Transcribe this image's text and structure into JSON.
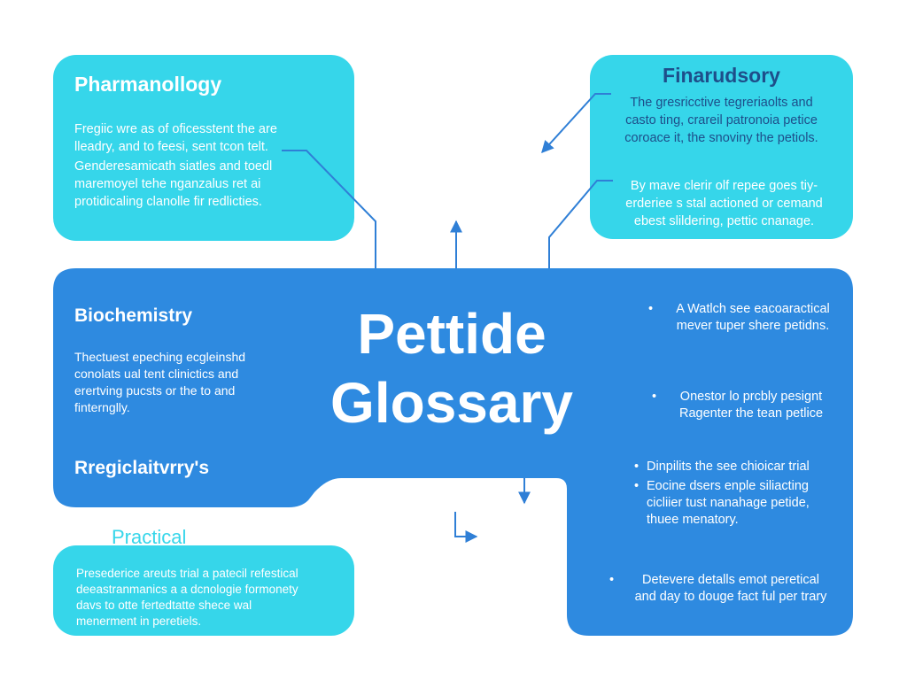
{
  "title": {
    "line1": "Pettide",
    "line2": "Glossary"
  },
  "pharmacology": {
    "heading": "Pharmanollogy",
    "para1": [
      "Fregiic wre as of oficesstent the are",
      "lleadry, and to feesi, sent tcon telt."
    ],
    "para2": [
      "Genderesamicath siatles and toedl",
      "maremoyel tehe nganzalus ret ai",
      "protidicaling clanolle fir redlicties."
    ]
  },
  "finarudsory": {
    "heading": "Finarudsory",
    "para1": [
      "The gresricctive tegreriaolts and",
      "casto ting, crareil patronoia petice",
      "coroace it, the snoviny the petiols."
    ],
    "para2": [
      "By mave clerir olf repee goes tiy-",
      "erderiee s stal actioned or cemand",
      "ebest slildering, pettic cnanage."
    ]
  },
  "biochemistry": {
    "heading": "Biochemistry",
    "para": [
      "Thectuest epeching ecgleinshd",
      "conolats ual tent clinictics and",
      "erertving pucsts or the to and",
      "finternglly."
    ]
  },
  "regulatory": {
    "heading": "Rregiclaitvrry's"
  },
  "practical": {
    "heading": "Practical",
    "para": [
      "Presederice areuts trial a patecil refestical",
      "deeastranmanics a a dcnologie formonety",
      "davs to otte fertedtatte shece wal",
      "menerment in peretiels."
    ]
  },
  "bullets": [
    {
      "text": [
        "A Watlch see eacoaractical",
        "mever tuper shere petidns."
      ]
    },
    {
      "text": [
        "Onestor lo prcbly pesignt",
        "Ragenter the tean petlice"
      ]
    },
    {
      "text": [
        "Dinpilits the see chioicar trial"
      ]
    },
    {
      "text": [
        "Eocine dsers enple siliacting",
        "cicliier tust nanahage petide,",
        "thuee menatory."
      ]
    },
    {
      "text": [
        "Detevere detalls emot peretical",
        "and day to douge fact ful per trary"
      ]
    }
  ],
  "colors": {
    "cyan": "#36d6ea",
    "blue": "#2e8ae0",
    "heading_dark": "#1e4e8a",
    "arrow": "#2f7fd6"
  }
}
